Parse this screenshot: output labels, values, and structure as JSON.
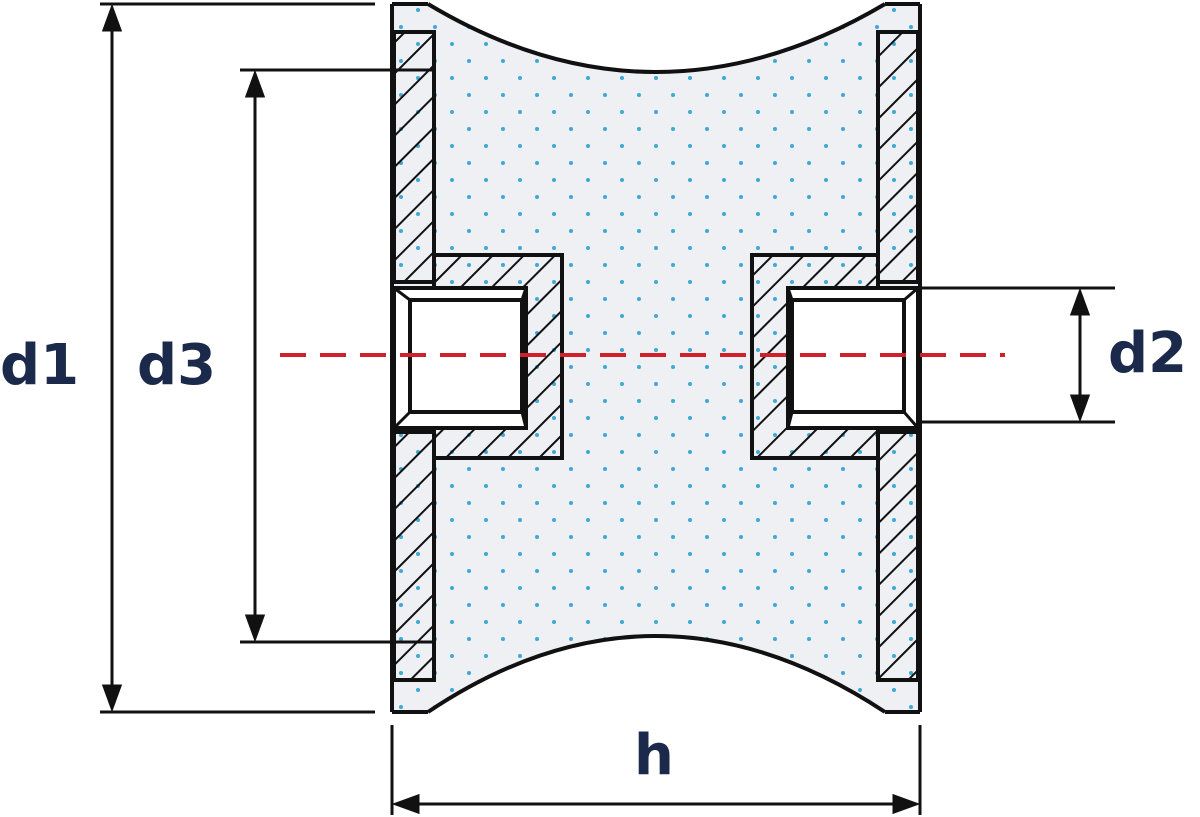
{
  "labels": {
    "d1": "d1",
    "d2": "d2",
    "d3": "d3",
    "h": "h"
  },
  "colors": {
    "outline": "#111111",
    "hatch": "#111111",
    "rubber_fill": "#eef0f4",
    "rubber_dots": "#3fa8d8",
    "center_line": "#d0202a",
    "label": "#1b2a4a"
  }
}
